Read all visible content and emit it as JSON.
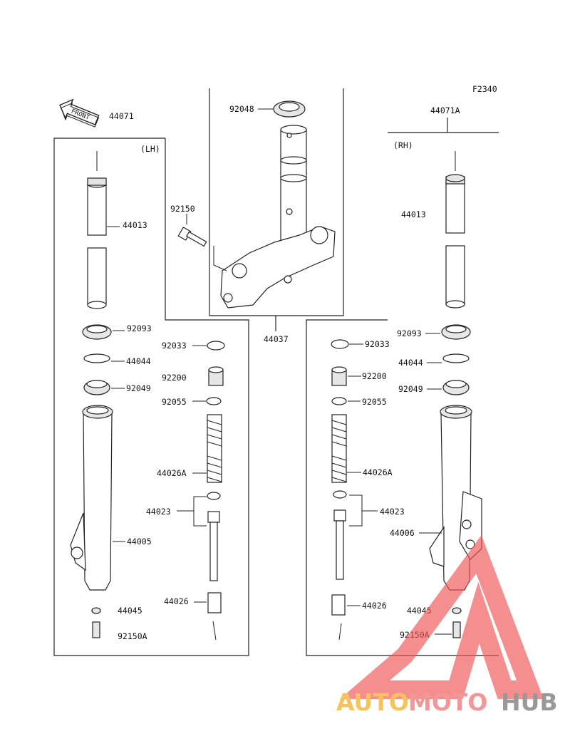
{
  "diagram": {
    "figure_code": "F2340",
    "front_arrow_text": "FRONT",
    "side_left": "(LH)",
    "side_right": "(RH)",
    "assembly_left": "44071",
    "assembly_right": "44071A",
    "parts": {
      "top_seal": "92048",
      "steering_bolt": "92150",
      "steering_stem": "44037",
      "inner_tube_lh": "44013",
      "inner_tube_rh": "44013",
      "dust_seal_lh": "92093",
      "dust_seal_rh": "92093",
      "ring_lh": "44044",
      "ring_rh": "44044",
      "oil_seal_lh": "92049",
      "oil_seal_rh": "92049",
      "outer_tube_lh": "44005",
      "outer_tube_rh": "44006",
      "gasket_lh": "44045",
      "gasket_rh": "44045",
      "bolt_lh": "92150A",
      "bolt_rh": "92150A",
      "oring_lh": "92033",
      "oring_rh": "92033",
      "cap_lh": "92200",
      "cap_rh": "92200",
      "oring2_lh": "92055",
      "oring2_rh": "92055",
      "spring_lh": "44026A",
      "spring_rh": "44026A",
      "cylinder_lh": "44023",
      "cylinder_rh": "44023",
      "rebound_spring_lh": "44026",
      "rebound_spring_rh": "44026"
    }
  },
  "watermark": {
    "text_auto": "AUTO",
    "text_moto": "MOTO",
    "text_hub": "HUB",
    "color_auto": "#f5b942",
    "color_moto": "#f08585",
    "color_hub": "#888888",
    "triangle_color": "#f05a5a"
  }
}
